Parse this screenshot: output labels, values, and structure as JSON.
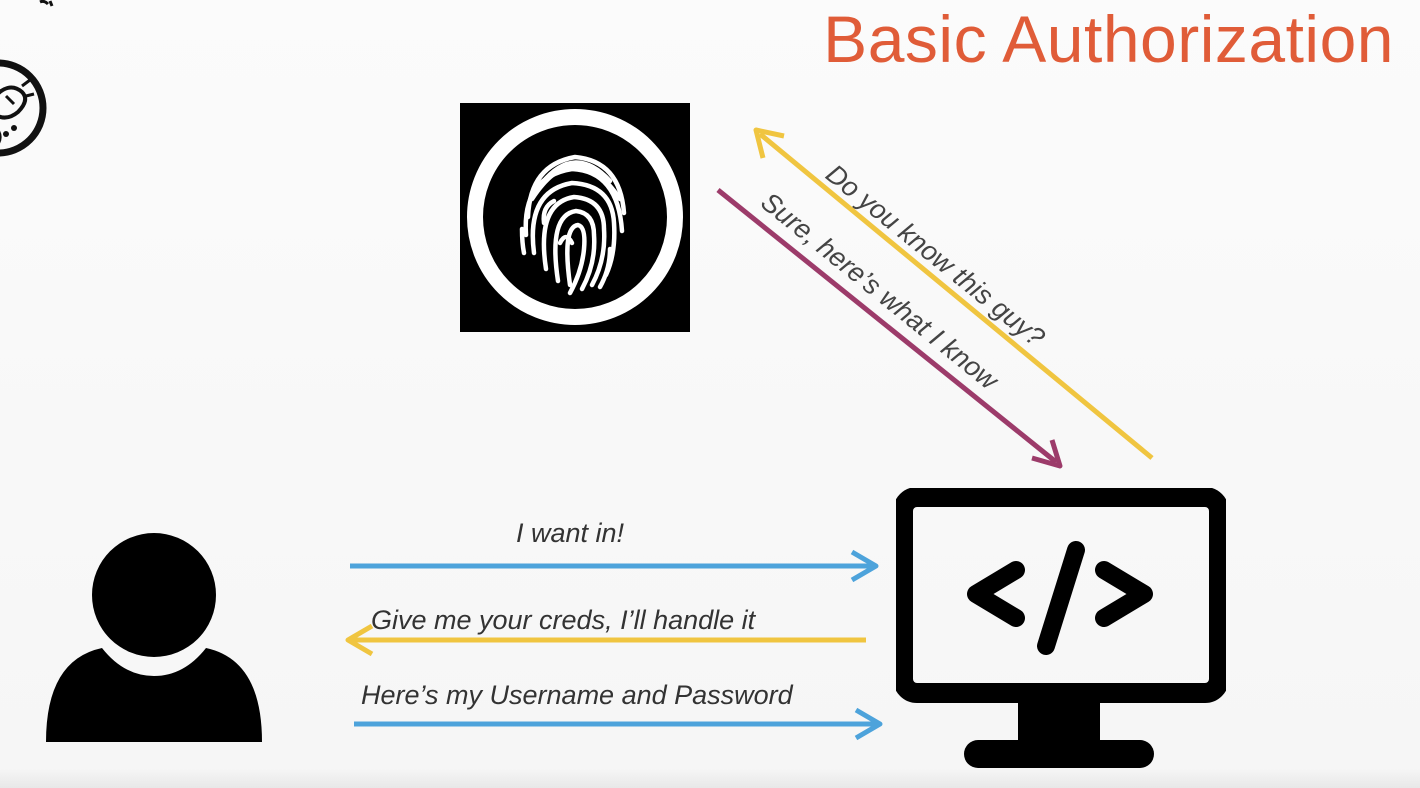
{
  "slide": {
    "title": "Basic Authorization",
    "title_color": "#e05c38"
  },
  "icons": {
    "corner_logo": "bug-badge-icon",
    "authority": "fingerprint-icon",
    "user": "person-icon",
    "application": "code-monitor-icon"
  },
  "messages": {
    "user_request": "I want in!",
    "app_reply": "Give me your creds, I’ll handle it",
    "user_credentials": "Here’s my Username and Password",
    "app_query": "Do you know this guy?",
    "auth_response": "Sure, here’s what I know"
  },
  "colors": {
    "request_arrow": "#4da3db",
    "reply_arrow": "#f0c540",
    "response_arrow": "#9c3b6a"
  }
}
